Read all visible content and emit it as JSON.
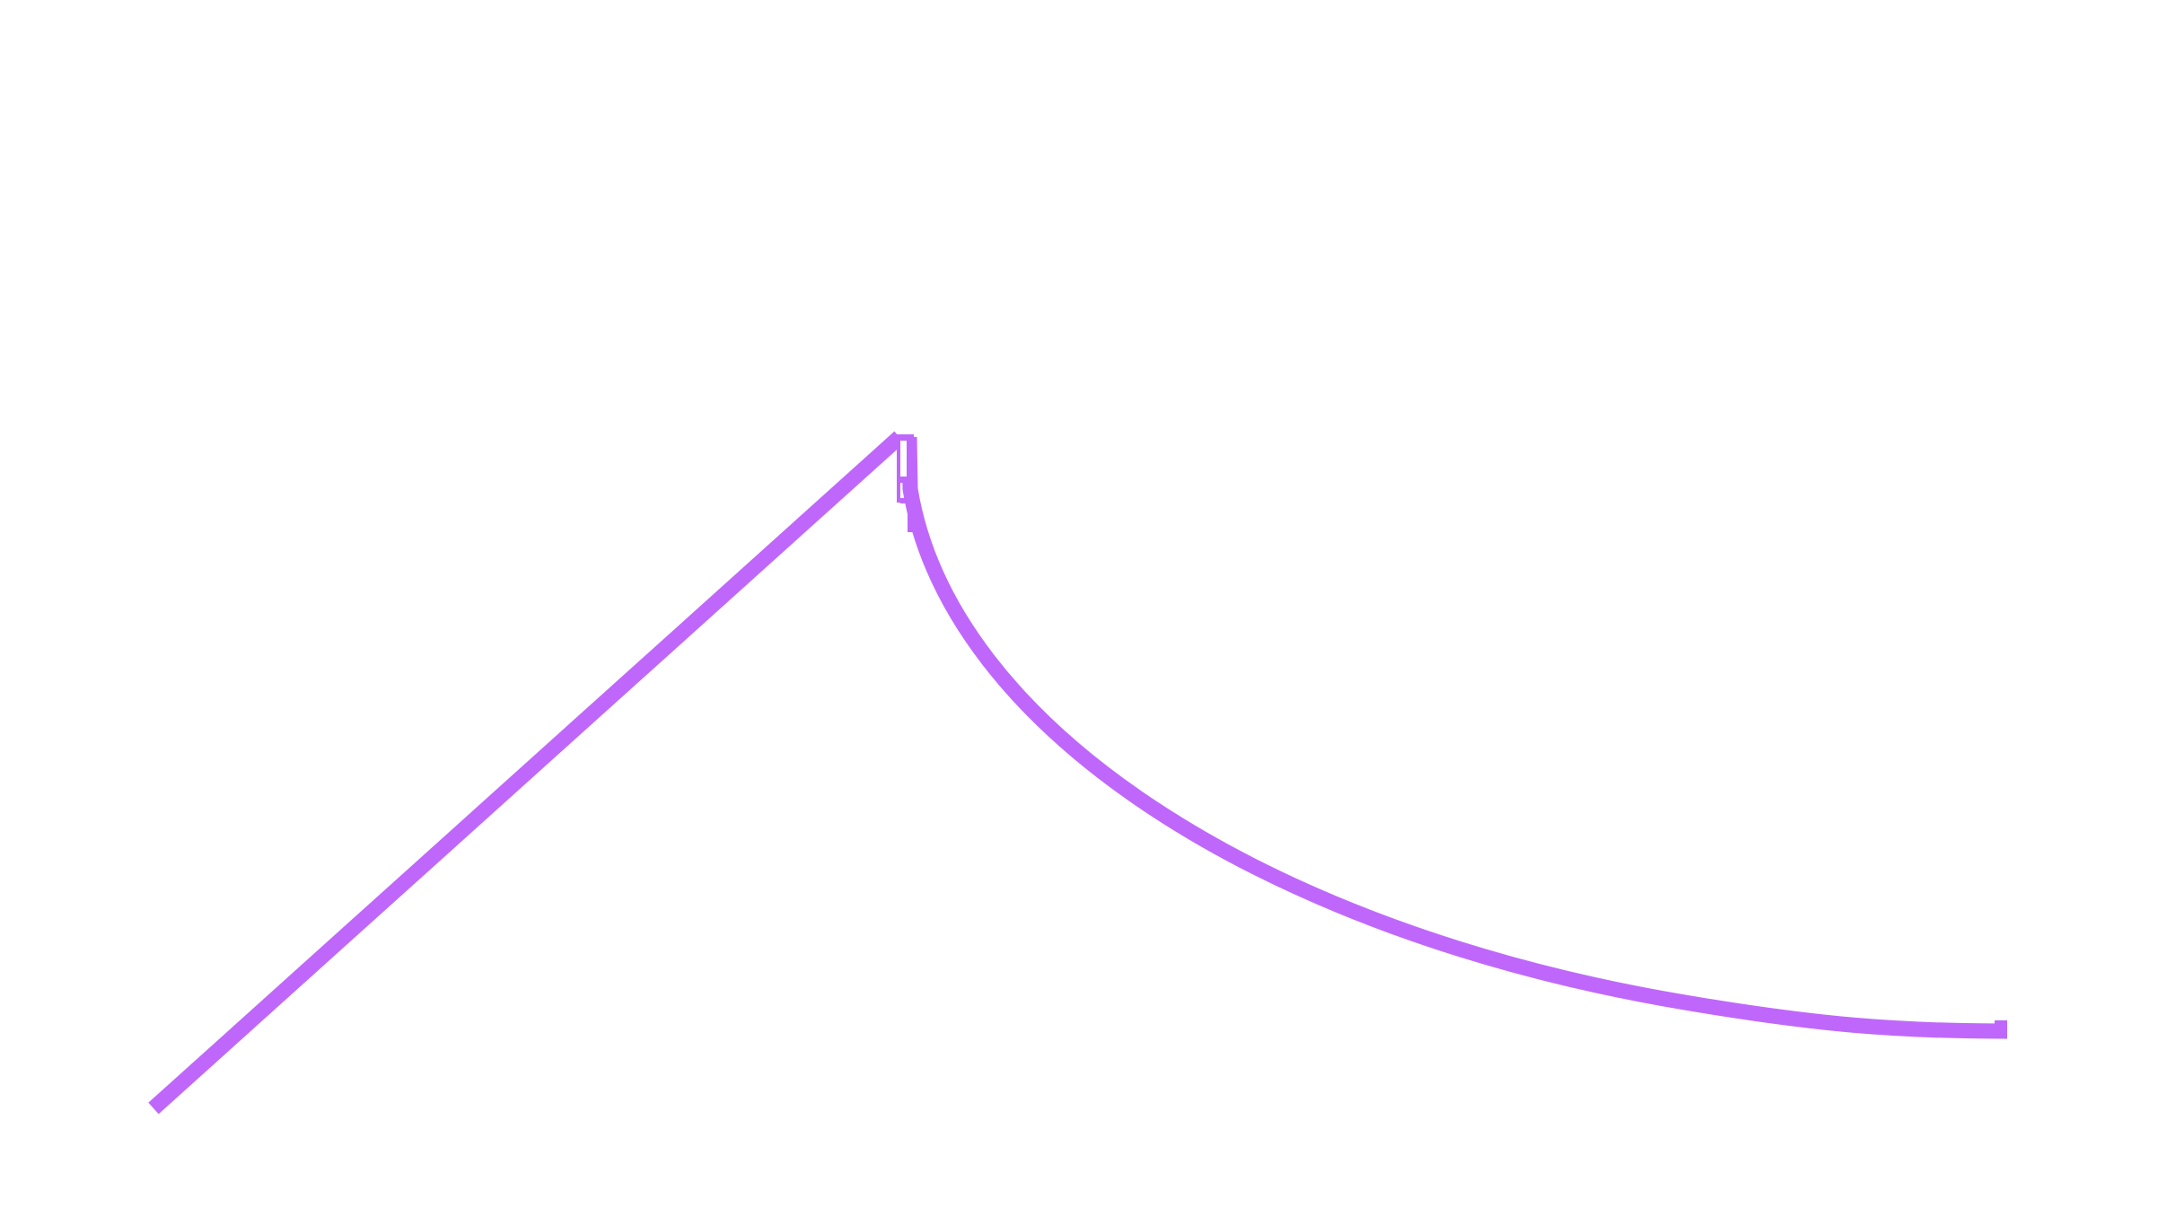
{
  "drawing": {
    "stroke_color": "#BF67FB",
    "background_color": "#FFFFFF",
    "shapes": [
      {
        "kind": "straight-line-stroke"
      },
      {
        "kind": "curved-arc-stroke"
      },
      {
        "kind": "peak-junction-marks"
      }
    ]
  }
}
